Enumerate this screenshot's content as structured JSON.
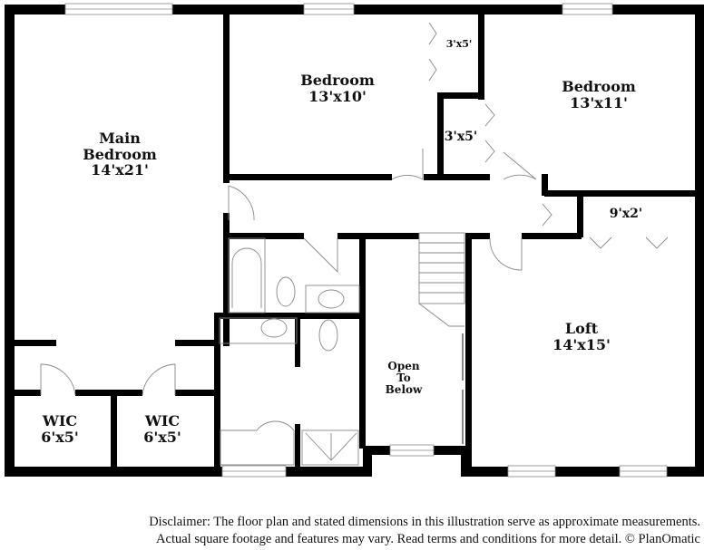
{
  "rooms": {
    "main_bedroom": {
      "name_line1": "Main",
      "name_line2": "Bedroom",
      "dims": "14'x21'"
    },
    "bedroom_1": {
      "name": "Bedroom",
      "dims": "13'x10'"
    },
    "bedroom_2": {
      "name": "Bedroom",
      "dims": "13'x11'"
    },
    "closet_upper": {
      "dims": "3'x5'"
    },
    "closet_lower": {
      "dims": "3'x5'"
    },
    "closet_loft": {
      "dims": "9'x2'"
    },
    "loft": {
      "name": "Loft",
      "dims": "14'x15'"
    },
    "open_to_below": {
      "line1": "Open",
      "line2": "To",
      "line3": "Below"
    },
    "wic_left": {
      "name": "WIC",
      "dims": "6'x5'"
    },
    "wic_right": {
      "name": "WIC",
      "dims": "6'x5'"
    }
  },
  "disclaimer": {
    "line1": "Disclaimer: The floor plan and stated dimensions in this illustration serve as approximate measurements.",
    "line2": "Actual square footage and features may vary. Read terms and conditions for more detail. © PlanOmatic"
  },
  "colors": {
    "wall": "#000000",
    "background": "#ffffff",
    "fixture": "#888888"
  }
}
